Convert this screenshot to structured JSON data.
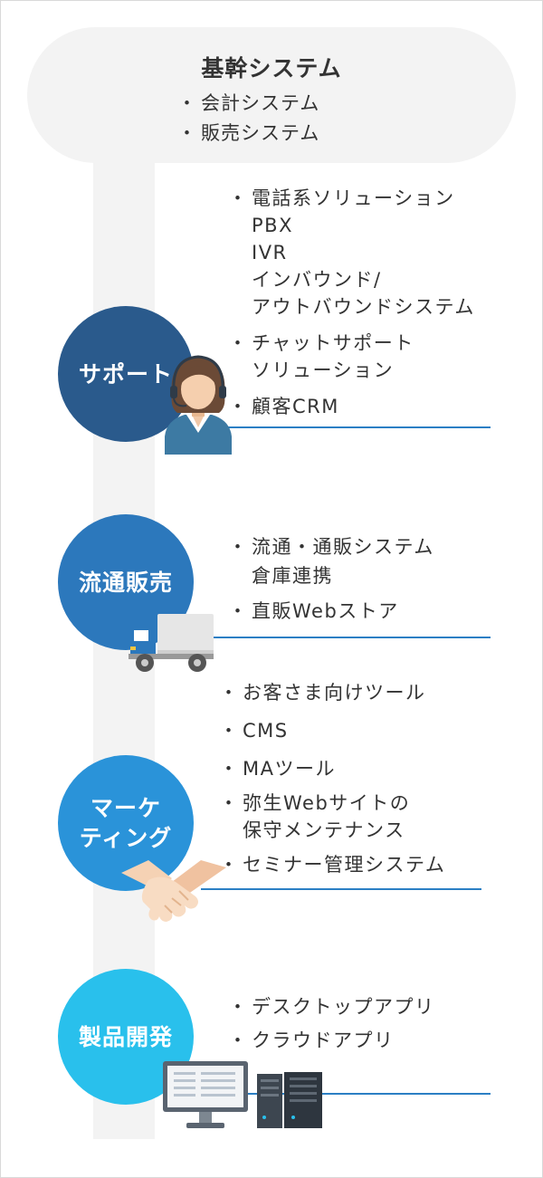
{
  "core": {
    "title": "基幹システム",
    "items": [
      "会計システム",
      "販売システム"
    ]
  },
  "sections": [
    {
      "label_lines": [
        "サポート"
      ],
      "items": [
        [
          "電話系ソリューション",
          "PBX",
          "IVR",
          "インバウンド/",
          "アウトバウンドシステム"
        ],
        [
          "チャットサポート",
          "ソリューション"
        ],
        [
          "顧客CRM"
        ]
      ]
    },
    {
      "label_lines": [
        "流通販売"
      ],
      "items": [
        [
          "流通・通販システム",
          "倉庫連携"
        ],
        [
          "直販Webストア"
        ]
      ]
    },
    {
      "label_lines": [
        "マーケ",
        "ティング"
      ],
      "items": [
        [
          "お客さま向けツール"
        ],
        [
          "CMS"
        ],
        [
          "MAツール"
        ],
        [
          "弥生Webサイトの",
          "保守メンテナンス"
        ],
        [
          "セミナー管理システム"
        ]
      ]
    },
    {
      "label_lines": [
        "製品開発"
      ],
      "items": [
        [
          "デスクトップアプリ"
        ],
        [
          "クラウドアプリ"
        ]
      ]
    }
  ],
  "colors": {
    "support": "#2a5a8c",
    "distribution": "#2c78bc",
    "marketing": "#2a93d9",
    "development": "#29c0ec",
    "line": "#2b7fc4",
    "spine": "#f3f3f3"
  },
  "icons": [
    "operator-icon",
    "truck-icon",
    "handshake-icon",
    "computer-icon",
    "server-icon"
  ]
}
